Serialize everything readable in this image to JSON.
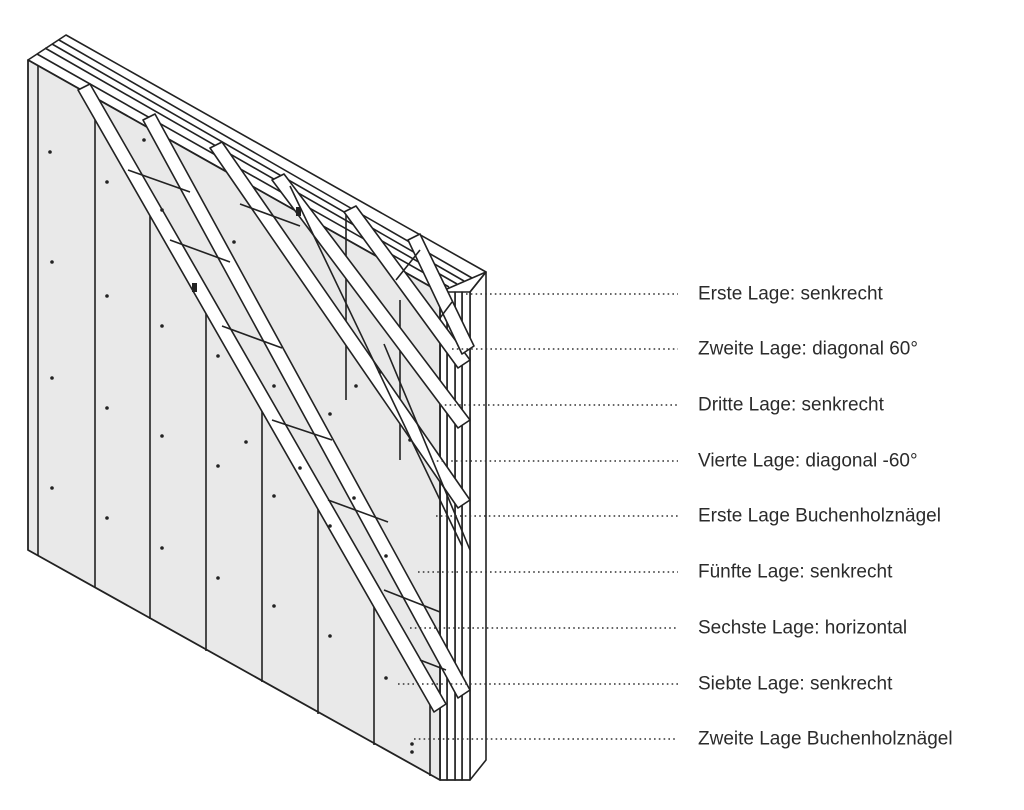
{
  "layers": [
    {
      "id": "layer-1",
      "label": "Erste Lage: senkrecht"
    },
    {
      "id": "layer-2",
      "label": "Zweite Lage: diagonal 60°"
    },
    {
      "id": "layer-3",
      "label": "Dritte Lage: senkrecht"
    },
    {
      "id": "layer-4",
      "label": "Vierte Lage: diagonal -60°"
    },
    {
      "id": "nails-1",
      "label": "Erste Lage Buchenholznägel"
    },
    {
      "id": "layer-5",
      "label": "Fünfte Lage: senkrecht"
    },
    {
      "id": "layer-6",
      "label": "Sechste Lage: horizontal"
    },
    {
      "id": "layer-7",
      "label": "Siebte Lage: senkrecht"
    },
    {
      "id": "nails-2",
      "label": "Zweite Lage Buchenholznägel"
    }
  ],
  "colors": {
    "line": "#222222",
    "panel": "#e9e9e9",
    "label": "#2b2b2b"
  }
}
